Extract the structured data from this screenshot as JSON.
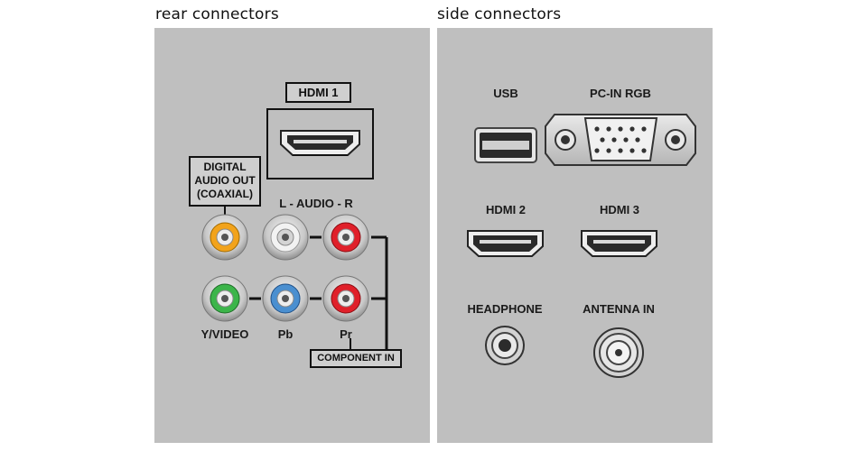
{
  "headings": {
    "rear": "rear connectors",
    "side": "side connectors"
  },
  "rear": {
    "hdmi1": "HDMI 1",
    "digital_audio": [
      "DIGITAL",
      "AUDIO OUT",
      "(COAXIAL)"
    ],
    "audio": "L - AUDIO - R",
    "y_video": "Y/VIDEO",
    "pb": "Pb",
    "pr": "Pr",
    "component_in": "COMPONENT IN"
  },
  "side": {
    "usb": "USB",
    "pc_in_rgb": "PC-IN RGB",
    "hdmi2": "HDMI 2",
    "hdmi3": "HDMI 3",
    "headphone": "HEADPHONE",
    "antenna_in": "ANTENNA IN"
  },
  "colors": {
    "panel": "#bfbfbf",
    "coaxial": "#f2a31b",
    "white": "#f2f2f2",
    "red": "#e0202a",
    "green": "#3cb54a",
    "blue": "#4a8fd0"
  }
}
